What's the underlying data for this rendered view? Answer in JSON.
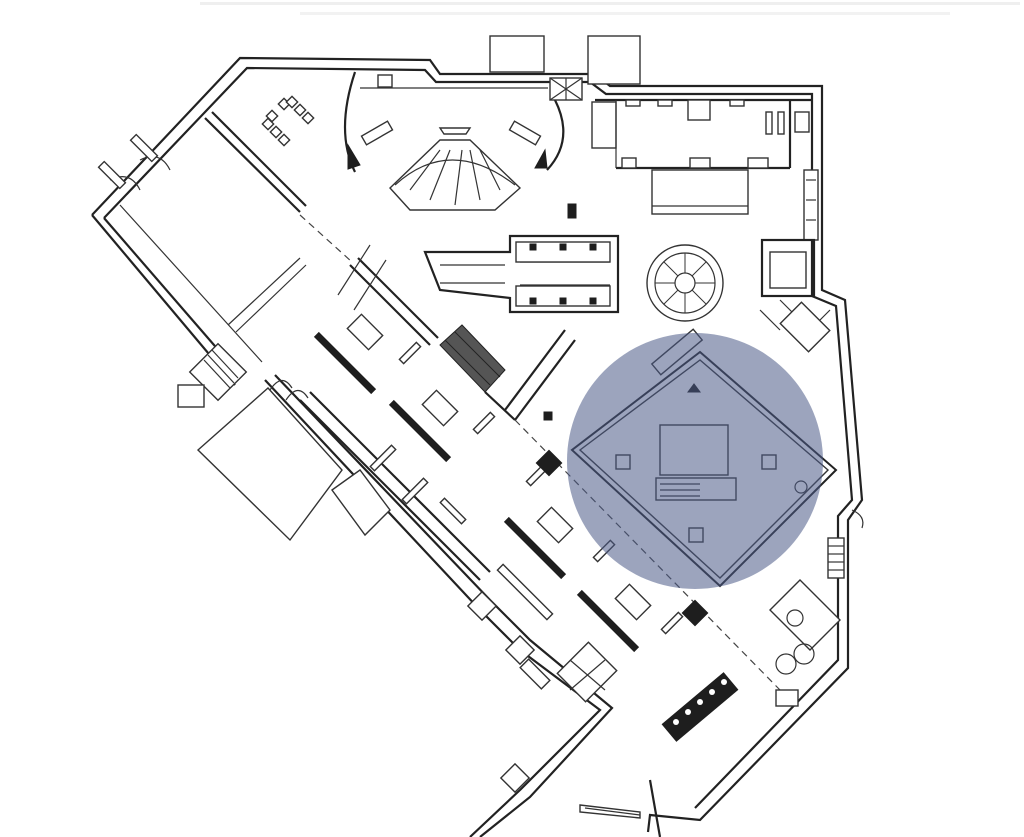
{
  "drawing": {
    "kind": "architectural-floor-plan",
    "highlight": {
      "shape": "circle",
      "color": "#4a5a86",
      "opacity": 0.55
    },
    "colors": {
      "wall": "#222222",
      "background": "#ffffff"
    }
  }
}
